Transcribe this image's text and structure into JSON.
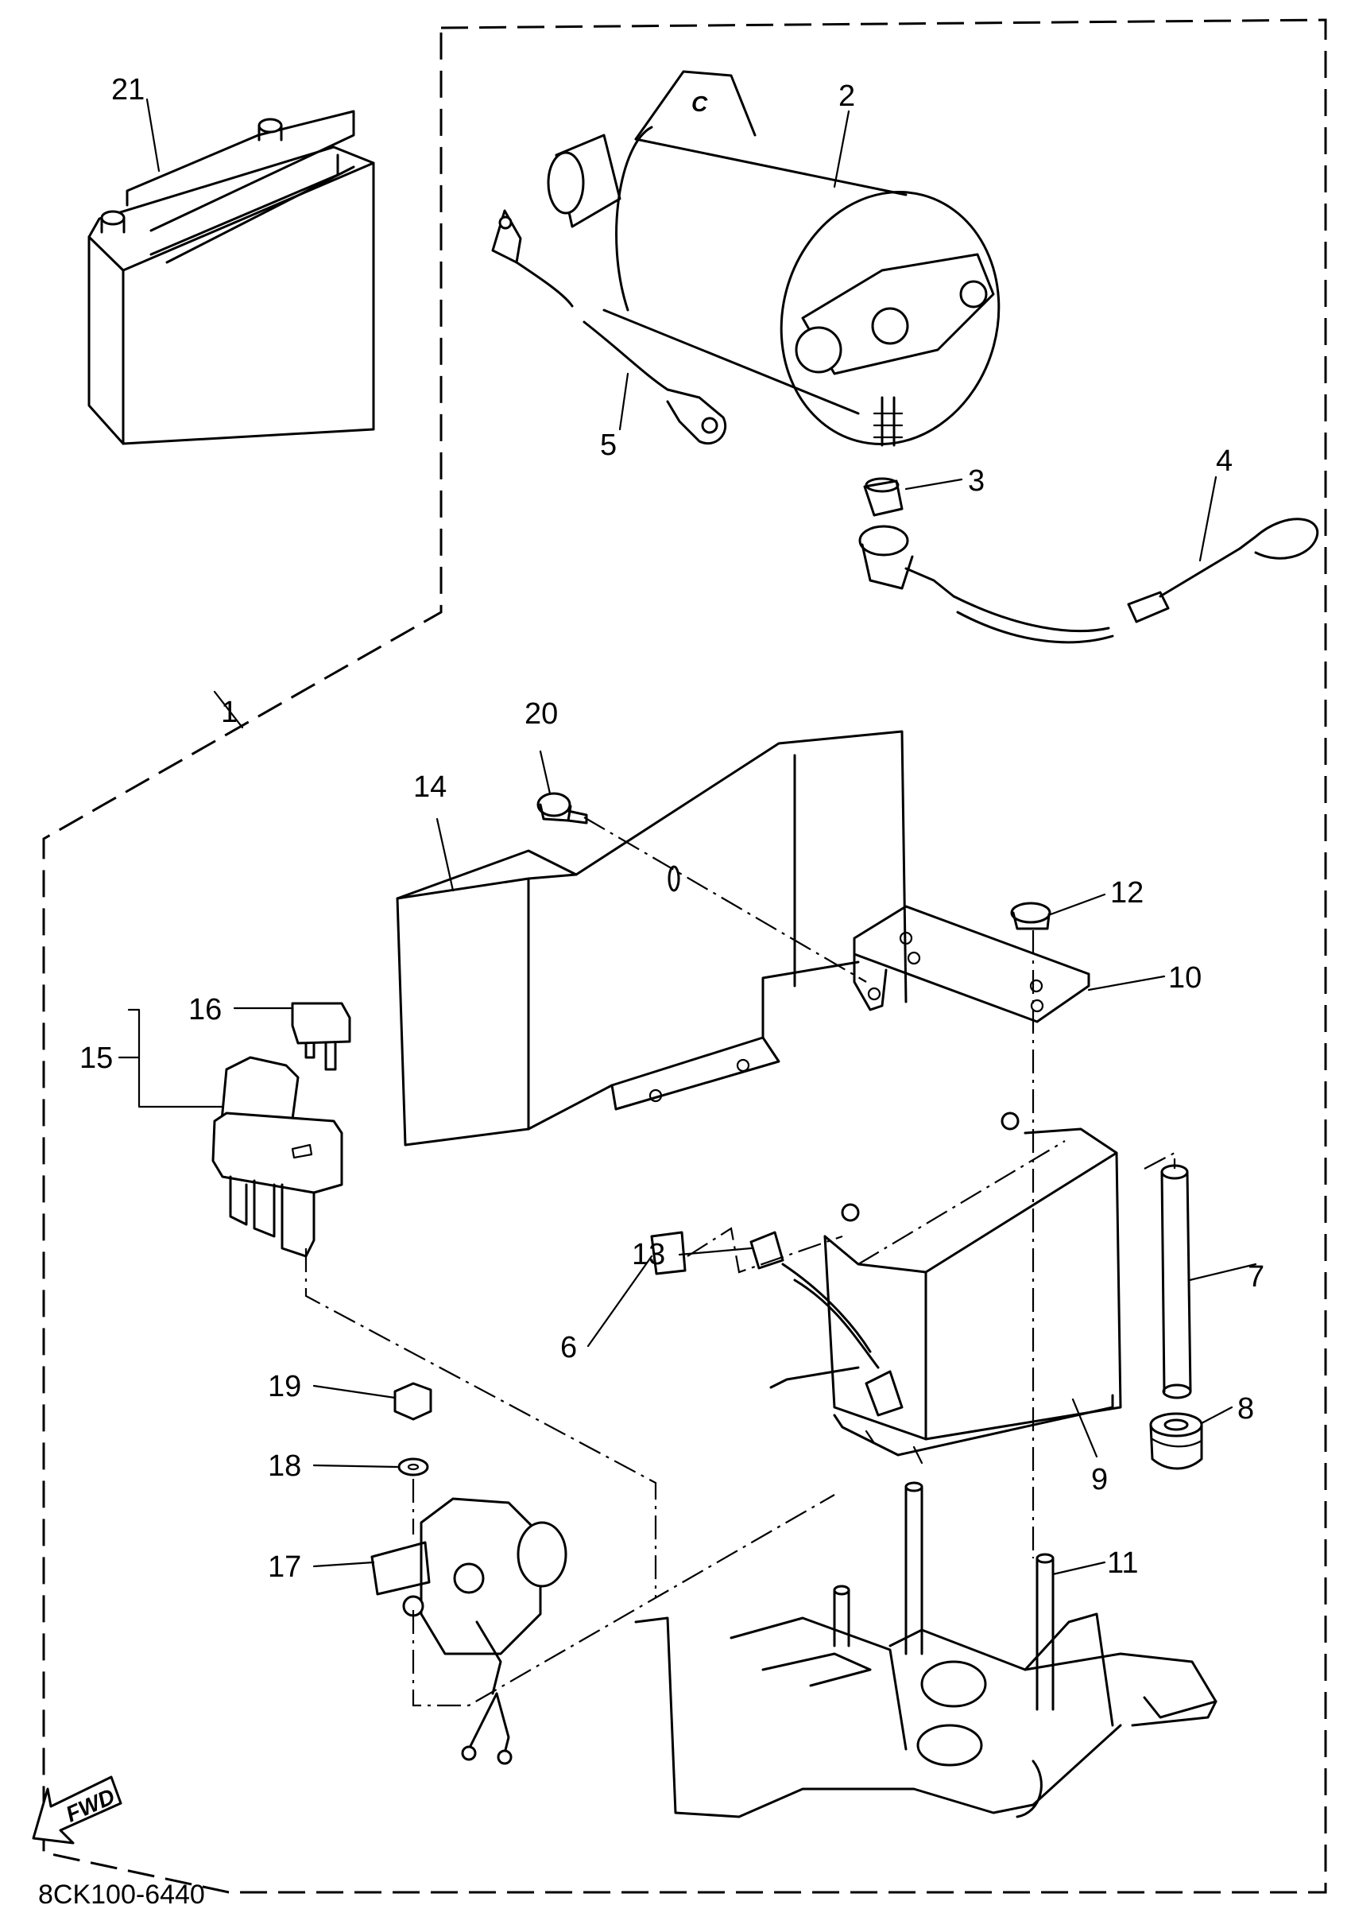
{
  "diagram_code": "8CK100-6440",
  "fwd_label": "FWD",
  "part_labels": {
    "p1": "1",
    "p2": "2",
    "p3": "3",
    "p4": "4",
    "p5": "5",
    "p6": "6",
    "p7": "7",
    "p8": "8",
    "p9": "9",
    "p10": "10",
    "p11": "11",
    "p12": "12",
    "p13": "13",
    "p14": "14",
    "p15": "15",
    "p16": "16",
    "p17": "17",
    "p18": "18",
    "p19": "19",
    "p20": "20",
    "p21": "21"
  }
}
